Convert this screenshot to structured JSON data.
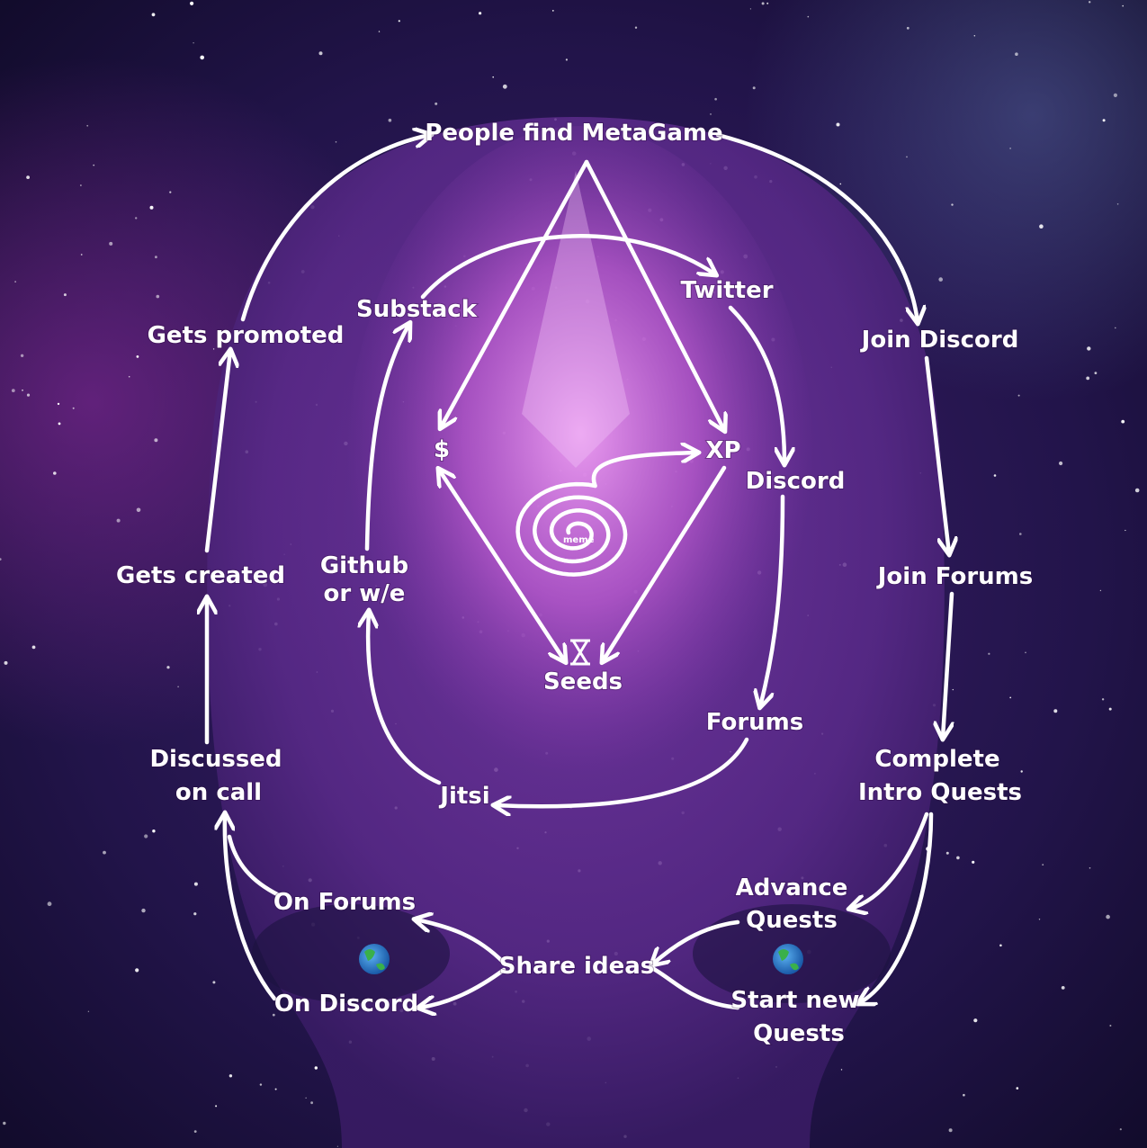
{
  "outer_loop": {
    "people_find": "People find MetaGame",
    "join_discord": "Join Discord",
    "join_forums": "Join Forums",
    "complete_intro_1": "Complete",
    "complete_intro_2": "Intro Quests",
    "advance_1": "Advance",
    "advance_2": "Quests",
    "start_new_1": "Start new",
    "start_new_2": "Quests",
    "share_ideas": "Share ideas",
    "on_forums": "On Forums",
    "on_discord": "On Discord",
    "discussed_1": "Discussed",
    "discussed_2": "on call",
    "gets_created": "Gets created",
    "gets_promoted": "Gets promoted"
  },
  "inner_loop": {
    "twitter": "Twitter",
    "discord": "Discord",
    "forums": "Forums",
    "jitsi": "Jitsi",
    "github_1": "Github",
    "github_2": "or w/e",
    "substack": "Substack"
  },
  "core": {
    "dollar": "$",
    "xp": "XP",
    "seeds": "Seeds",
    "meme": "meme"
  },
  "icons": [
    "hourglass-icon",
    "earth-globe-icon"
  ],
  "colors": {
    "accent": "#b24fd6",
    "background": "#1a0f3a",
    "line": "#ffffff"
  }
}
